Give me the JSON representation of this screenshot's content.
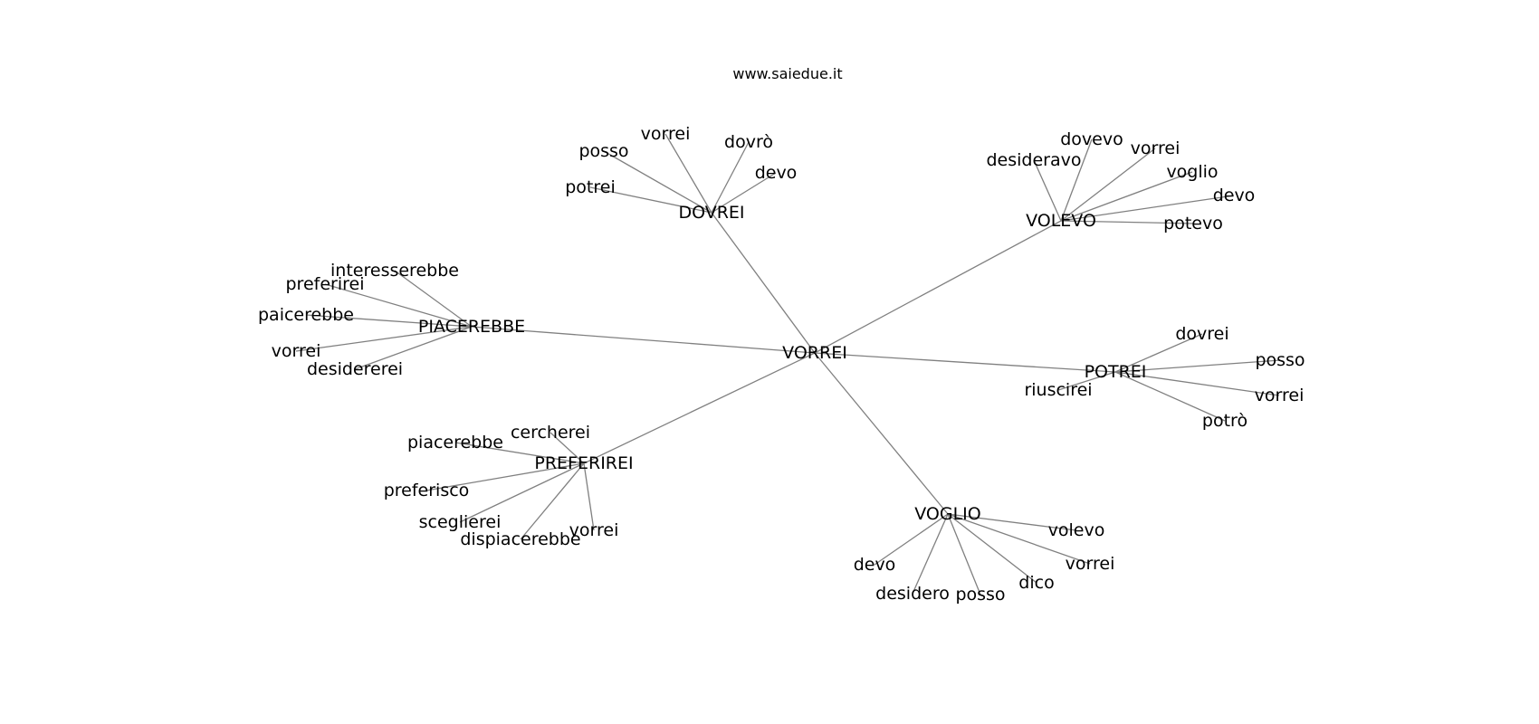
{
  "title": "www.saiedue.it",
  "graph": {
    "root": "VORREI",
    "hubs": [
      {
        "label": "DOVREI",
        "leaves": [
          "potrei",
          "posso",
          "vorrei",
          "dovrò",
          "devo"
        ]
      },
      {
        "label": "VOLEVO",
        "leaves": [
          "desideravo",
          "dovevo",
          "vorrei",
          "voglio",
          "devo",
          "potevo"
        ]
      },
      {
        "label": "PIACEREBBE",
        "leaves": [
          "interesserebbe",
          "preferirei",
          "paicerebbe",
          "vorrei",
          "desidererei"
        ]
      },
      {
        "label": "POTREI",
        "leaves": [
          "dovrei",
          "posso",
          "vorrei",
          "potrò",
          "riuscirei"
        ]
      },
      {
        "label": "PREFERIREI",
        "leaves": [
          "cercherei",
          "piacerebbe",
          "preferisco",
          "sceglierei",
          "dispiacerebbe",
          "vorrei"
        ]
      },
      {
        "label": "VOGLIO",
        "leaves": [
          "volevo",
          "vorrei",
          "dico",
          "posso",
          "desidero",
          "devo"
        ]
      }
    ]
  }
}
